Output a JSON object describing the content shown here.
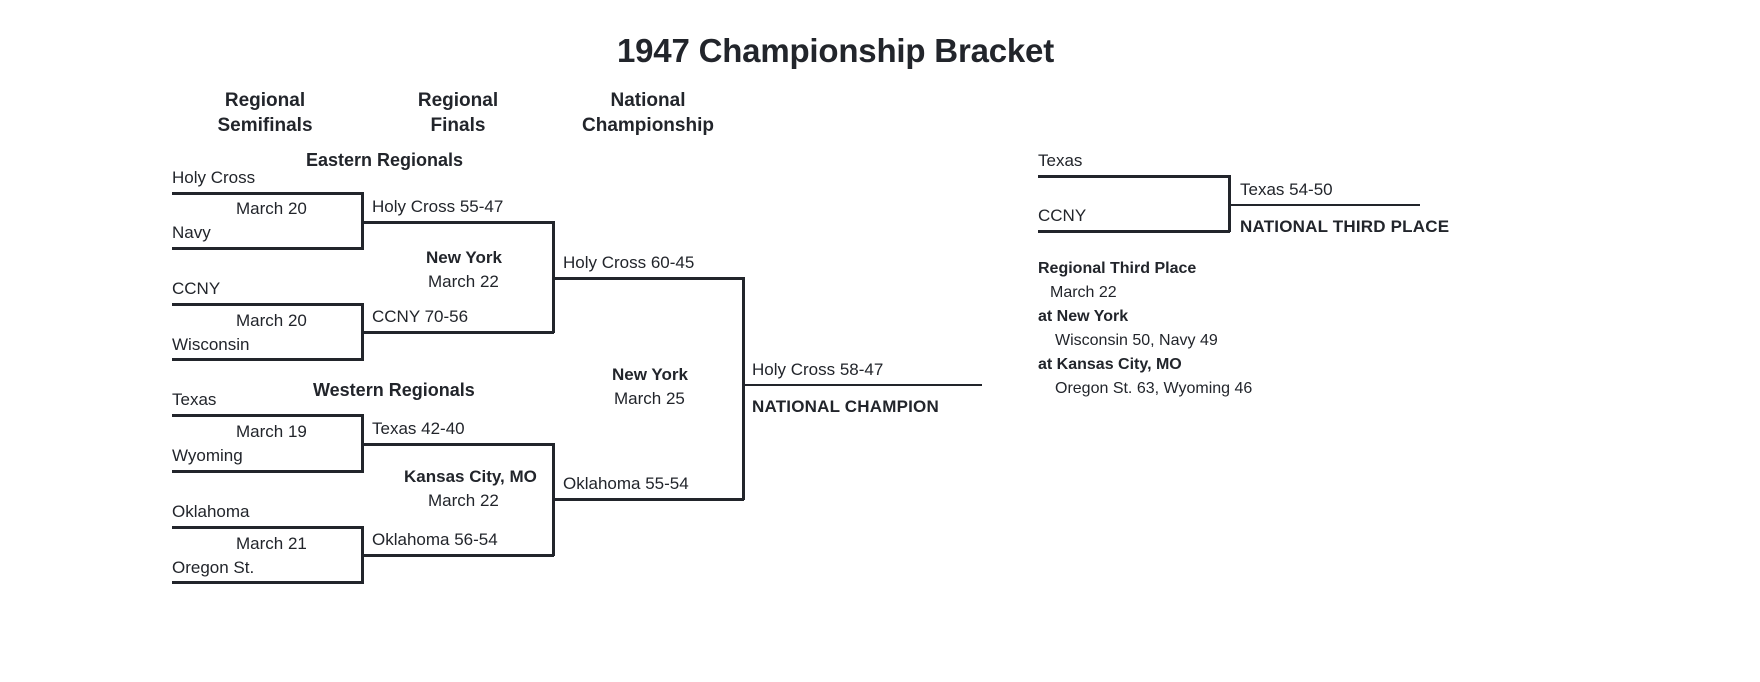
{
  "title": "1947 Championship Bracket",
  "columns": [
    {
      "label": "Regional\nSemifinals"
    },
    {
      "label": "Regional\nFinals"
    },
    {
      "label": "National\nChampionship"
    }
  ],
  "regions": [
    {
      "name": "Eastern Regionals"
    },
    {
      "name": "Western Regionals"
    }
  ],
  "bracket": {
    "semifinals": [
      {
        "top_team": "Holy Cross",
        "bottom_team": "Navy",
        "date": "March 20",
        "result": "Holy Cross 55-47"
      },
      {
        "top_team": "CCNY",
        "bottom_team": "Wisconsin",
        "date": "March 20",
        "result": "CCNY 70-56"
      },
      {
        "top_team": "Texas",
        "bottom_team": "Wyoming",
        "date": "March 19",
        "result": "Texas 42-40"
      },
      {
        "top_team": "Oklahoma",
        "bottom_team": "Oregon St.",
        "date": "March 21",
        "result": "Oklahoma 56-54"
      }
    ],
    "regional_finals": [
      {
        "site": "New York",
        "date": "March 22",
        "result": "Holy Cross 60-45"
      },
      {
        "site": "Kansas City, MO",
        "date": "March 22",
        "result": "Oklahoma 55-54"
      }
    ],
    "national_championship": {
      "site": "New York",
      "date": "March 25",
      "result": "Holy Cross 58-47",
      "label": "NATIONAL CHAMPION"
    }
  },
  "third_place": {
    "top_team": "Texas",
    "bottom_team": "CCNY",
    "result": "Texas 54-50",
    "label": "NATIONAL THIRD PLACE"
  },
  "regional_third_place": {
    "heading": "Regional Third Place",
    "date": "March 22",
    "sites": [
      {
        "site": "at New York",
        "result": "Wisconsin 50, Navy 49"
      },
      {
        "site": "at Kansas City, MO",
        "result": "Oregon St. 63, Wyoming 46"
      }
    ]
  },
  "colors": {
    "ink": "#22252b",
    "background": "#ffffff"
  }
}
